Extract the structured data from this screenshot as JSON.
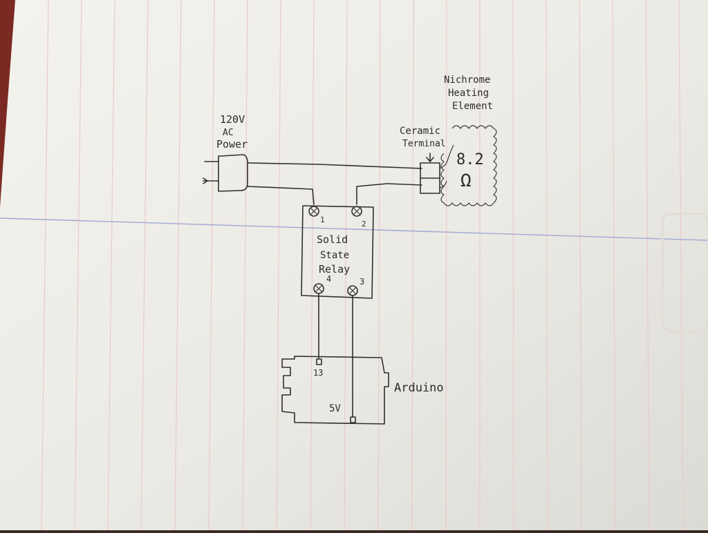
{
  "diagram": {
    "power": {
      "label_line1": "120V",
      "label_line2": "AC",
      "label_line3": "Power"
    },
    "element": {
      "label_line1": "Nichrome",
      "label_line2": "Heating",
      "label_line3": "Element",
      "resistance": "8.2",
      "unit": "Ω"
    },
    "terminal": {
      "label_line1": "Ceramic",
      "label_line2": "Terminal"
    },
    "relay": {
      "label_line1": "Solid",
      "label_line2": "State",
      "label_line3": "Relay",
      "pin1": "1",
      "pin2": "2",
      "pin3": "3",
      "pin4": "4"
    },
    "arduino": {
      "label": "Arduino",
      "pin13": "13",
      "pin5v": "5V"
    }
  },
  "colors": {
    "paper": "#eeece6",
    "rule_lines": "#e6c9c9",
    "margin_line": "#9aa4d4",
    "ink": "#2e2e2e"
  }
}
